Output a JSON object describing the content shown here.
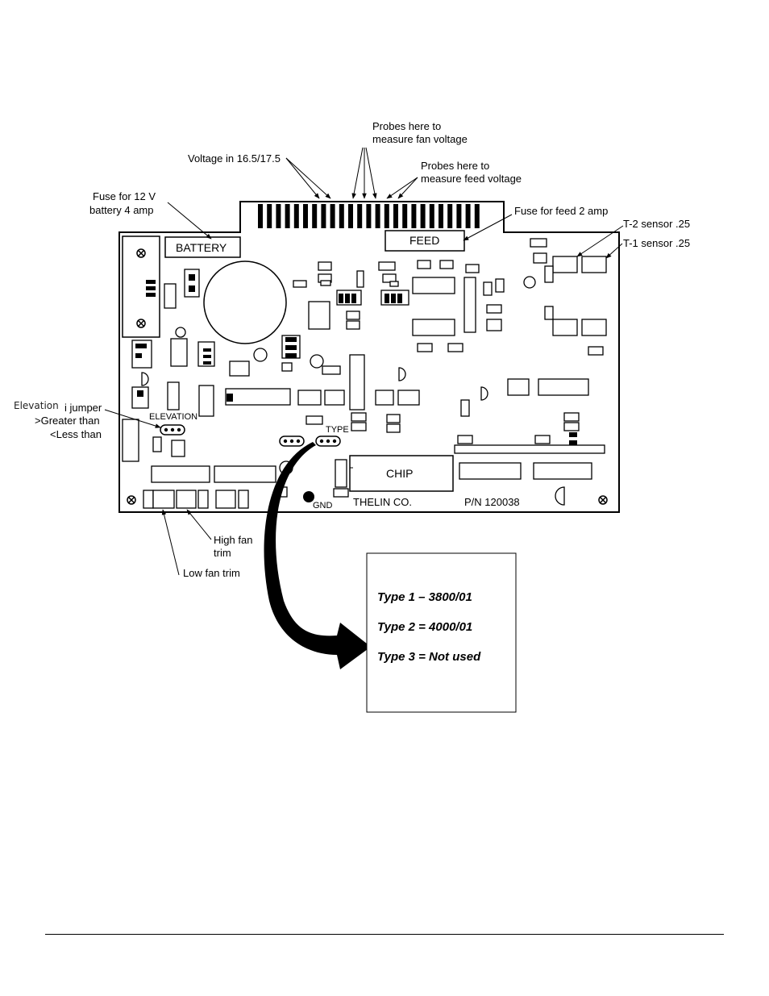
{
  "annotations": {
    "probes_fan": [
      "Probes here to",
      "measure fan voltage"
    ],
    "voltage_in": "Voltage in 16.5/17.5",
    "probes_feed": [
      "Probes here to",
      "measure feed voltage"
    ],
    "fuse_battery": [
      "Fuse for 12 V",
      "battery 4 amp"
    ],
    "fuse_feed": "Fuse for feed 2 amp",
    "t2_sensor": "T-2 sensor .25",
    "t1_sensor": "T-1 sensor .25",
    "elevation_overlay": "Elevation",
    "elevation_jumper": [
      "i jumper",
      ">Greater than",
      "<Less than"
    ],
    "high_fan_trim": [
      "High fan",
      "trim"
    ],
    "low_fan_trim": "Low fan trim"
  },
  "board": {
    "battery_label": "BATTERY",
    "feed_label": "FEED",
    "elevation_label": "ELEVATION",
    "type_label": "TYPE",
    "chip_label": "CHIP",
    "gnd_label": "GND",
    "maker": "THELIN CO.",
    "part_number": "P/N 120038"
  },
  "type_box": {
    "lines": [
      "Type 1 – 3800/01",
      "Type 2 = 4000/01",
      "Type 3 = Not used"
    ]
  }
}
